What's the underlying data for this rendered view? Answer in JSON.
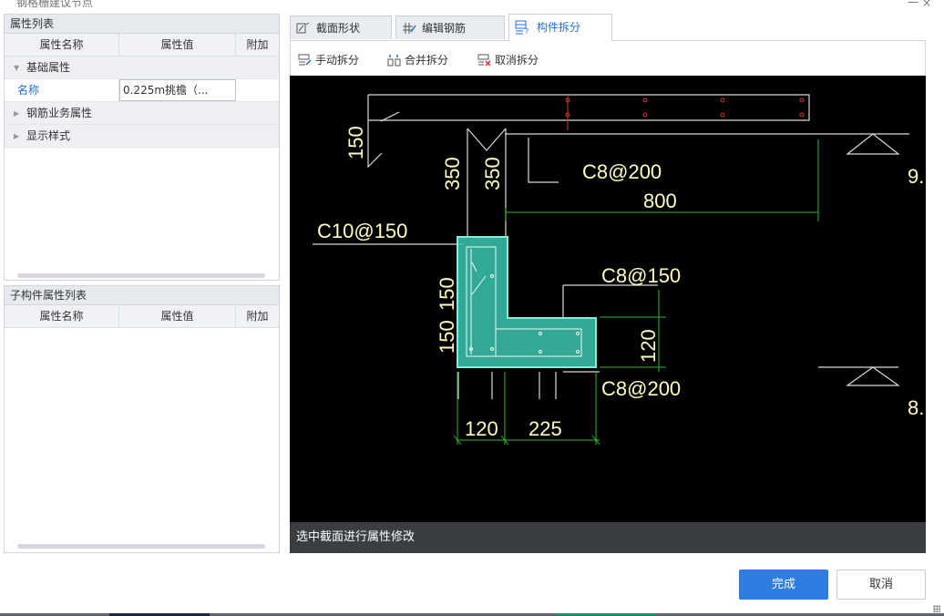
{
  "window": {
    "title": "钢格栅建议节点",
    "controls": "一 ×"
  },
  "attr_panel": {
    "title": "属性列表",
    "columns": [
      "属性名称",
      "属性值",
      "附加"
    ],
    "groups": [
      {
        "label": "基础属性",
        "expanded": true,
        "rows": [
          {
            "name": "名称",
            "value": "0.225m挑檐（..."
          }
        ]
      },
      {
        "label": "钢筋业务属性",
        "expanded": false
      },
      {
        "label": "显示样式",
        "expanded": false
      }
    ]
  },
  "sub_panel": {
    "title": "子构件属性列表",
    "columns": [
      "属性名称",
      "属性值",
      "附加"
    ]
  },
  "tabs": [
    {
      "label": "截面形状",
      "icon": "section-shape-icon",
      "active": false
    },
    {
      "label": "编辑钢筋",
      "icon": "edit-rebar-icon",
      "active": false
    },
    {
      "label": "构件拆分",
      "icon": "component-split-icon",
      "active": true
    }
  ],
  "toolbar": {
    "manual_split": "手动拆分",
    "merge_split": "合并拆分",
    "cancel_split": "取消拆分"
  },
  "drawing": {
    "dims": {
      "d150_top": "150",
      "d350_a": "350",
      "d350_b": "350",
      "c8_200_top": "C8@200",
      "d800": "800",
      "c10_150": "C10@150",
      "c8_150": "C8@150",
      "d150_mid": "150",
      "d150_low": "150",
      "d120_right": "120",
      "c8_200_low": "C8@200",
      "d120_bottom": "120",
      "d225_bottom": "225",
      "elev_top": "9.",
      "elev_low": "8."
    },
    "colors": {
      "background": "#000000",
      "section_fill": "#3bc6b0",
      "dim_green": "#2eb82e",
      "text_yellow": "#ffffc0",
      "line_white": "#ffffff",
      "rebar_red": "#e23030"
    }
  },
  "status": "选中截面进行属性修改",
  "buttons": {
    "ok": "完成",
    "cancel": "取消"
  }
}
